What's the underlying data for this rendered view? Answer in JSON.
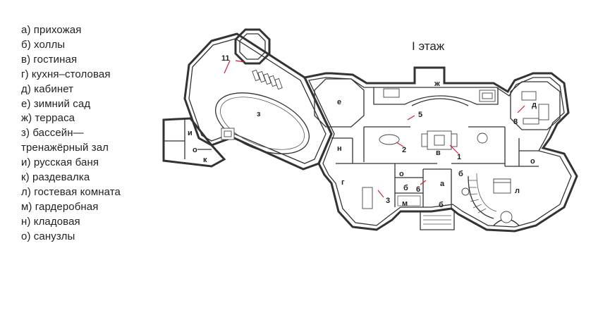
{
  "floor_title": "I этаж",
  "legend": [
    "а) прихожая",
    "б) холлы",
    "в) гостиная",
    "г) кухня–столовая",
    "д) кабинет",
    "е) зимний сад",
    "ж) терраса",
    "з) бассейн—",
    "тренажёрный зал",
    "и) русская баня",
    "к) раздевалка",
    "л) гостевая комната",
    "м) гардеробная",
    "н) кладовая",
    "о) санузлы"
  ],
  "room_letters": {
    "a": "а",
    "b1": "б",
    "b2": "б",
    "b3": "б",
    "v": "в",
    "g": "г",
    "d": "д",
    "e": "е",
    "zh": "ж",
    "z": "з",
    "i": "и",
    "k": "к",
    "l": "л",
    "m": "м",
    "n": "н",
    "o1": "о",
    "o2": "о",
    "o3": "о"
  },
  "view_numbers": {
    "n1": "1",
    "n2": "2",
    "n3": "3",
    "n5": "5",
    "n6": "6",
    "n8": "8",
    "n11": "11"
  },
  "colors": {
    "pointer": "#d0213c",
    "line": "#333333"
  }
}
